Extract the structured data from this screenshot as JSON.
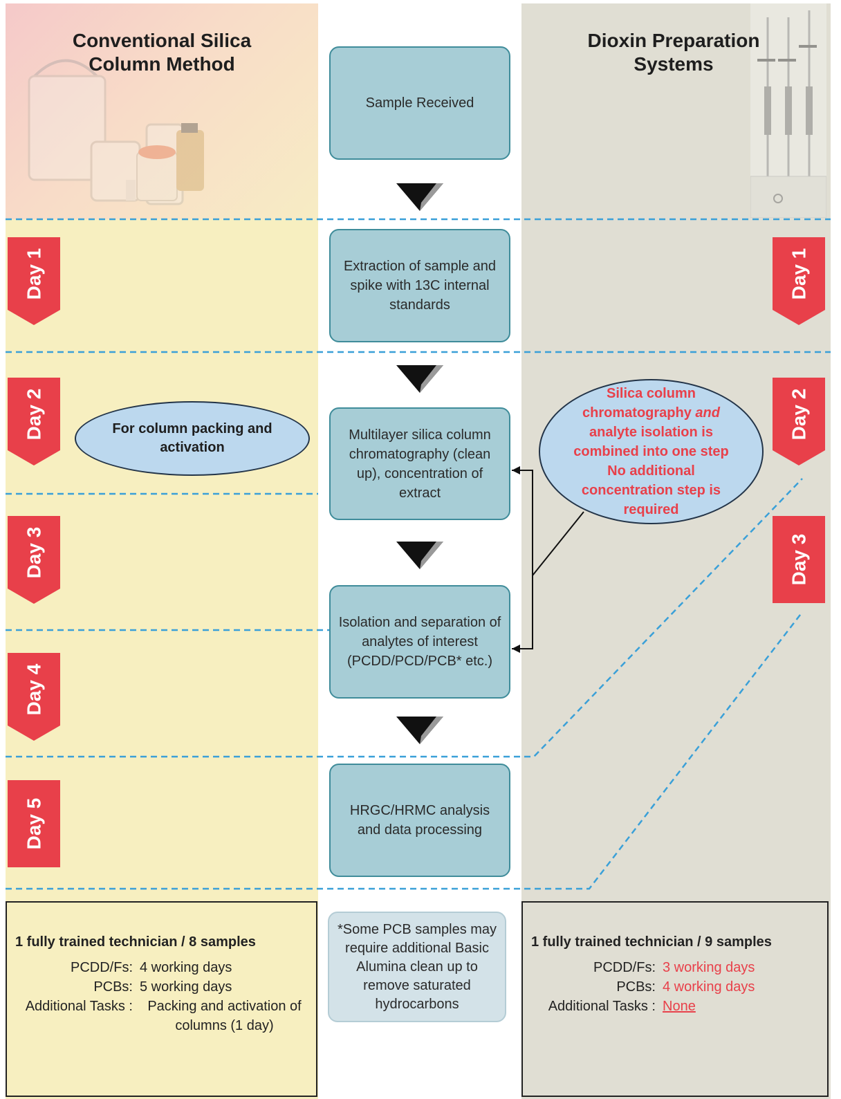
{
  "left_column": {
    "title_line1": "Conventional Silica",
    "title_line2": "Column Method",
    "note_ellipse": "For column packing and activation",
    "days": [
      "Day 1",
      "Day 2",
      "Day 3",
      "Day 4",
      "Day 5"
    ],
    "summary": {
      "heading": "1 fully trained technician / 8 samples",
      "rows": [
        {
          "label": "PCDD/Fs:",
          "value": "4 working days"
        },
        {
          "label": "PCBs:",
          "value": "5 working days"
        },
        {
          "label": "Additional Tasks :",
          "value": "Packing and activation of columns (1 day)"
        }
      ]
    }
  },
  "right_column": {
    "title_line1": "Dioxin Preparation",
    "title_line2": "Systems",
    "days": [
      "Day 1",
      "Day 2",
      "Day 3"
    ],
    "callout": {
      "line1": "Silica column",
      "line2_a": "chromatography ",
      "line2_b": "and",
      "line3": "analyte isolation is",
      "line4": "combined into one step",
      "line5": "No additional",
      "line6": "concentration step is",
      "line7": "required"
    },
    "summary": {
      "heading": "1 fully trained technician / 9 samples",
      "rows": [
        {
          "label": "PCDD/Fs:",
          "value": "3 working days"
        },
        {
          "label": "PCBs:",
          "value": "4 working days"
        },
        {
          "label": "Additional Tasks :",
          "value": "None"
        }
      ]
    }
  },
  "center_steps": [
    "Sample Received",
    "Extraction of sample and spike with 13C internal standards",
    "Multilayer silica column chromatography (clean up), concentration of extract",
    "Isolation and separation of analytes of interest (PCDD/PCD/PCB* etc.)",
    "HRGC/HRMC analysis and data processing"
  ],
  "footnote": "*Some PCB samples may require additional Basic Alumina clean up to remove saturated hydrocarbons",
  "colors": {
    "left_bg": "#f7efc0",
    "right_bg": "#e0ded3",
    "step_box": "#a7cdd6",
    "day_ribbon": "#e8404a",
    "highlight_text": "#e8404a",
    "divider": "#3aa0d8"
  }
}
